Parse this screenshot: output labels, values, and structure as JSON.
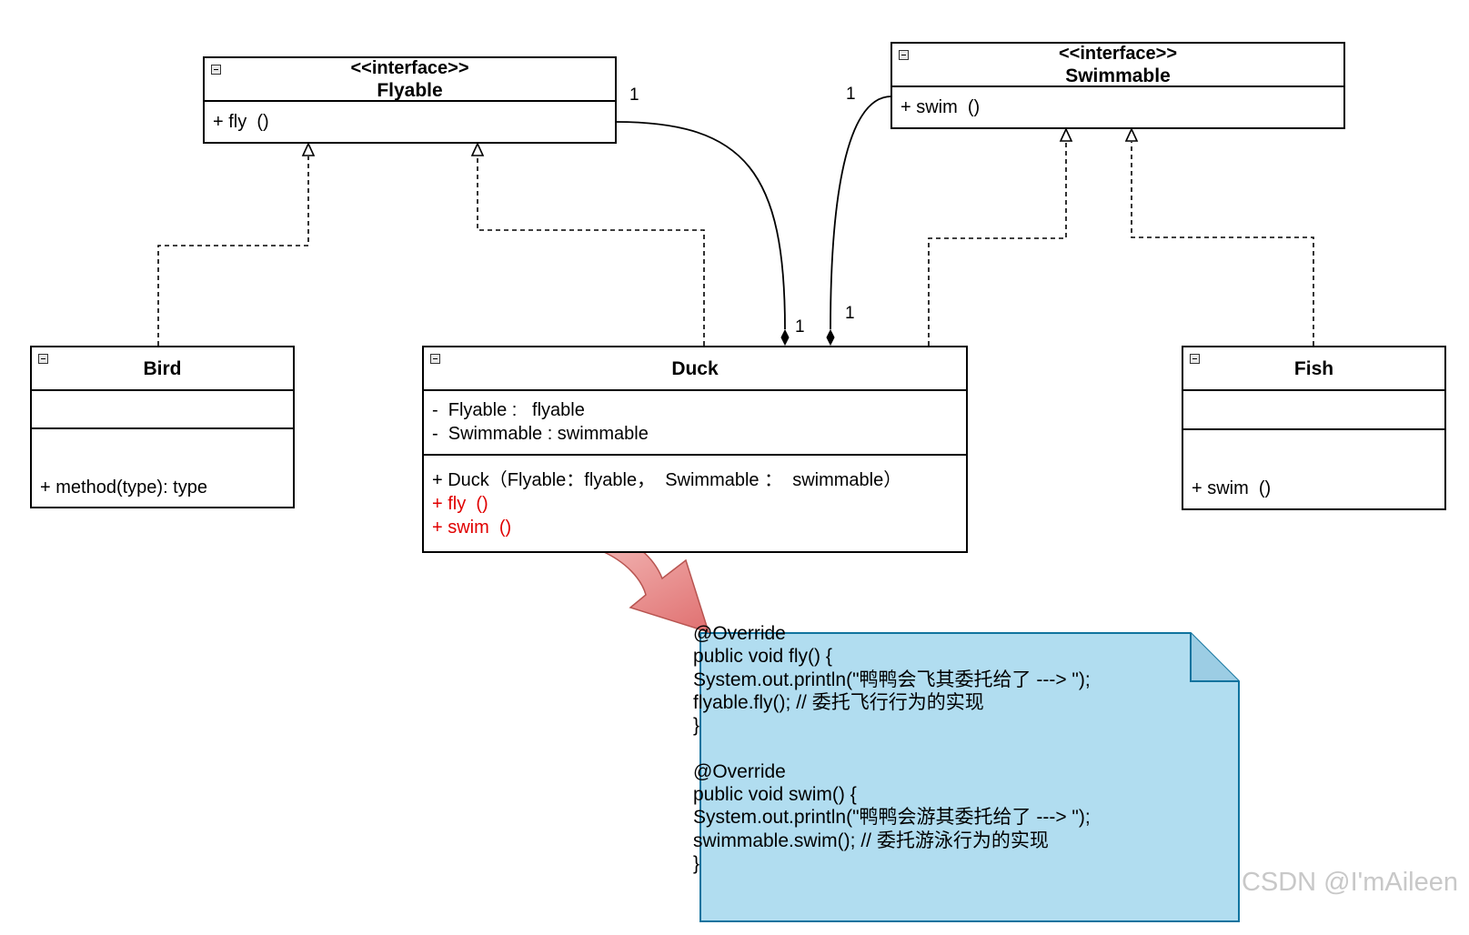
{
  "interfaces": {
    "flyable": {
      "stereotype": "<<interface>>",
      "name": "Flyable",
      "methods": [
        "+ fly  ()"
      ]
    },
    "swimmable": {
      "stereotype": "<<interface>>",
      "name": "Swimmable",
      "methods": [
        "+ swim  ()"
      ]
    }
  },
  "classes": {
    "bird": {
      "name": "Bird",
      "method": "+ method(type): type"
    },
    "duck": {
      "name": "Duck",
      "attributes": [
        "-  Flyable :   flyable",
        "-  Swimmable : swimmable"
      ],
      "constructor": "+ Duck（Flyable：flyable，  Swimmable ：  swimmable）",
      "overridden_methods": [
        "+ fly  ()",
        "+ swim  ()"
      ]
    },
    "fish": {
      "name": "Fish",
      "method": "+ swim  ()"
    }
  },
  "multiplicities": {
    "flyable_end": "1",
    "duck_flyable_end": "1",
    "swimmable_end": "1",
    "duck_swimmable_end": "1"
  },
  "note": {
    "code": "@Override\npublic void fly() {\nSystem.out.println(\"鸭鸭会飞其委托给了 ---> \");\nflyable.fly(); // 委托飞行行为的实现\n}\n\n@Override\npublic void swim() {\nSystem.out.println(\"鸭鸭会游其委托给了 ---> \");\nswimmable.swim(); // 委托游泳行为的实现\n}"
  },
  "watermark": "CSDN @I'mAileen",
  "colors": {
    "line": "#000000",
    "highlight_text": "#e00000",
    "note_fill": "#b1ddf0",
    "note_border": "#10739e",
    "arrow_fill_start": "#f8cecc",
    "arrow_fill_end": "#e07070",
    "arrow_border": "#b85450"
  },
  "icons": {
    "collapse": "collapse-toggle-icon",
    "realization_arrowhead": "hollow-triangle-icon",
    "composition_end": "filled-diamond-icon",
    "callout_arrow": "curved-arrow-icon"
  }
}
